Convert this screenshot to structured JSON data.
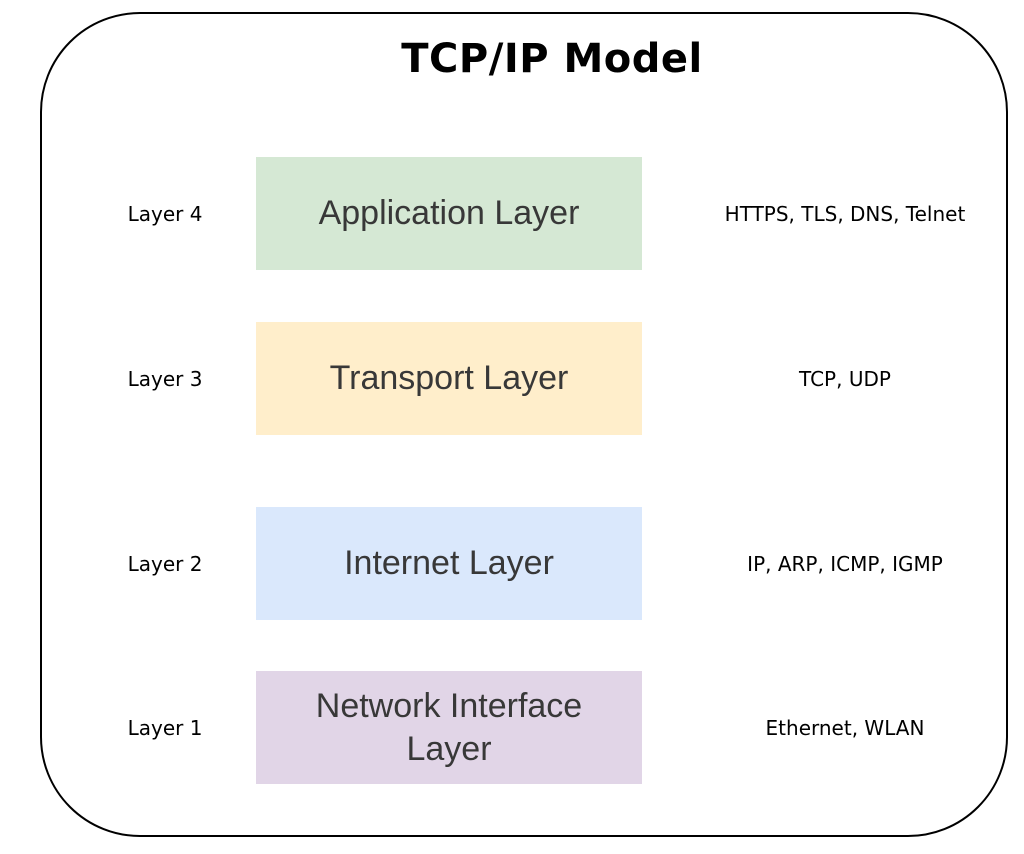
{
  "title": "TCP/IP Model",
  "layers": [
    {
      "number": "Layer 4",
      "name": "Application Layer",
      "protocols": "HTTPS, TLS, DNS, Telnet",
      "color": "#d5e8d4"
    },
    {
      "number": "Layer 3",
      "name": "Transport Layer",
      "protocols": "TCP, UDP",
      "color": "#ffeecb"
    },
    {
      "number": "Layer 2",
      "name": "Internet Layer",
      "protocols": "IP, ARP, ICMP, IGMP",
      "color": "#dae8fc"
    },
    {
      "number": "Layer 1",
      "name": "Network Interface Layer",
      "protocols": "Ethernet, WLAN",
      "color": "#e1d5e7"
    }
  ],
  "colors": {
    "frame_border": "#000000",
    "box_text": "#383838",
    "label_text": "#000000",
    "background": "#ffffff"
  }
}
